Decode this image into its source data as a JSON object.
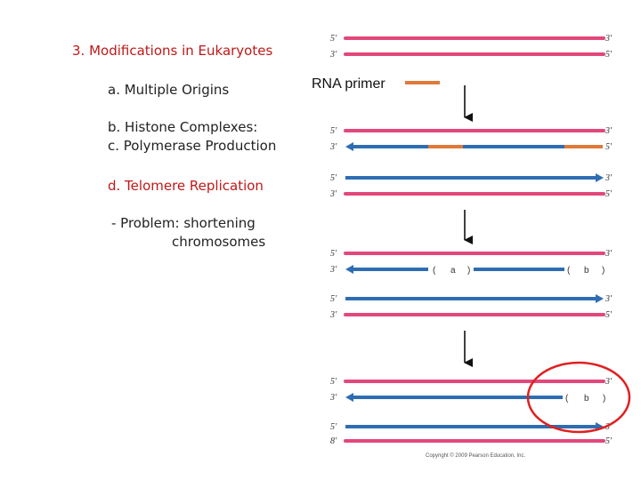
{
  "heading": "3. Modifications in Eukaryotes",
  "items": [
    "a. Multiple Origins",
    "b. Histone Complexes:",
    "c. Polymerase Production",
    "d. Telomere Replication"
  ],
  "problem_line1": "- Problem: shortening",
  "problem_line2": "chromosomes",
  "legend_label": "RNA primer",
  "end_5": "5′",
  "end_3": "3′",
  "bottom_label": "8′",
  "gap_a": "a",
  "gap_b": "b",
  "paren_open": "(",
  "paren_close": ")",
  "copyright": "Copyright © 2009 Pearson Education, Inc.",
  "colors": {
    "parental_strand": "#e2487a",
    "new_strand": "#2f6db3",
    "primer": "#e07a3a",
    "highlight": "#e02020",
    "heading": "#c01818"
  }
}
